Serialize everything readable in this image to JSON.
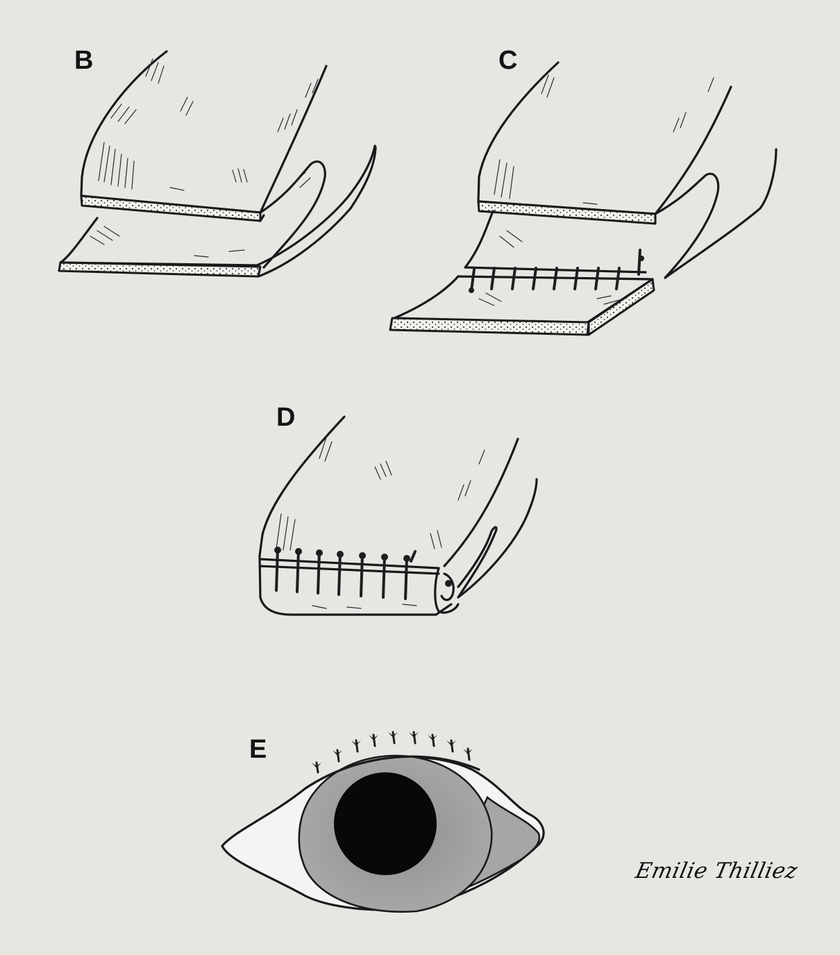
{
  "figure": {
    "panels": [
      {
        "id": "B",
        "label": "B"
      },
      {
        "id": "C",
        "label": "C"
      },
      {
        "id": "D",
        "label": "D"
      },
      {
        "id": "E",
        "label": "E"
      }
    ],
    "signature": "Emilie Thilliez",
    "colors": {
      "background": "#e6e6e3",
      "ink": "#1a1a1a",
      "iris": "#9a9a98",
      "pupil": "#080808",
      "sclera": "#f4f4f2",
      "lacrimal_region": "#a6a6a4"
    }
  }
}
